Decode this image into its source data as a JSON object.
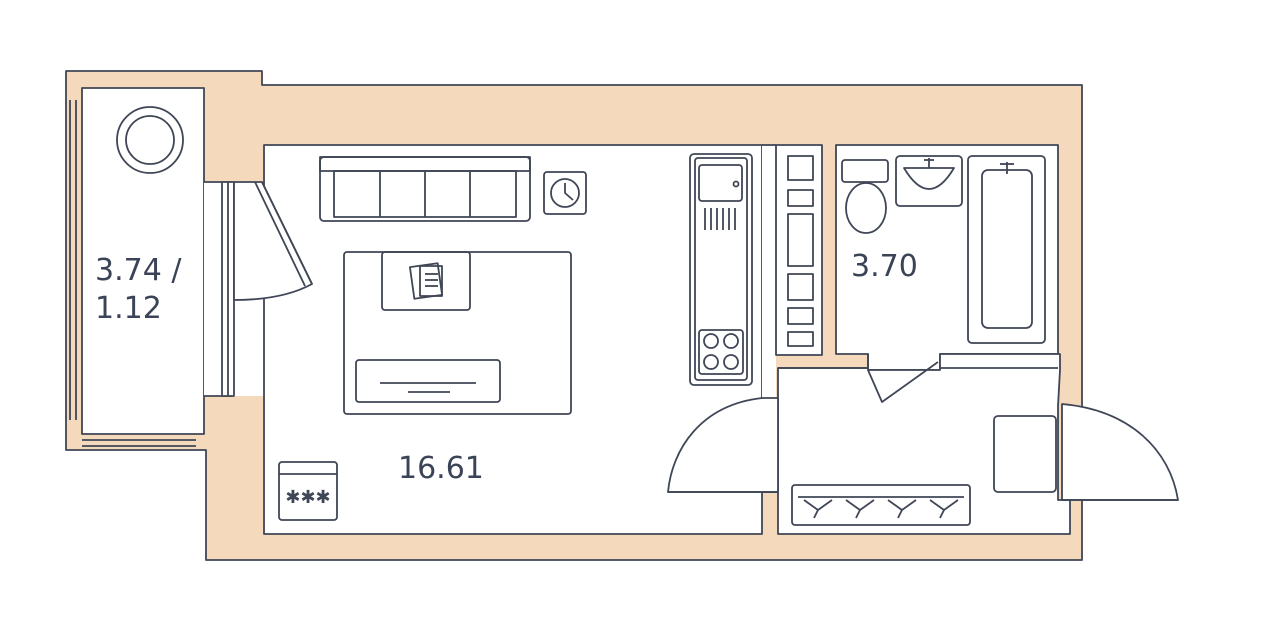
{
  "plan": {
    "colors": {
      "wall_fill": "#f4d9bc",
      "room_fill": "#ffffff",
      "line": "#3f4656",
      "text": "#3b4357"
    },
    "areas": {
      "balcony": "3.74 /\n1.12",
      "main_room": "16.61",
      "bathroom": "3.70"
    },
    "icons": [
      "armchair-icon",
      "sofa-icon",
      "clock-icon",
      "bed-icon",
      "book-icon",
      "kitchen-sink-icon",
      "stove-icon",
      "wardrobe-icon",
      "toilet-icon",
      "washbasin-icon",
      "bathtub-icon",
      "washing-machine-icon",
      "coat-hangers-icon",
      "radiator-icon"
    ]
  }
}
